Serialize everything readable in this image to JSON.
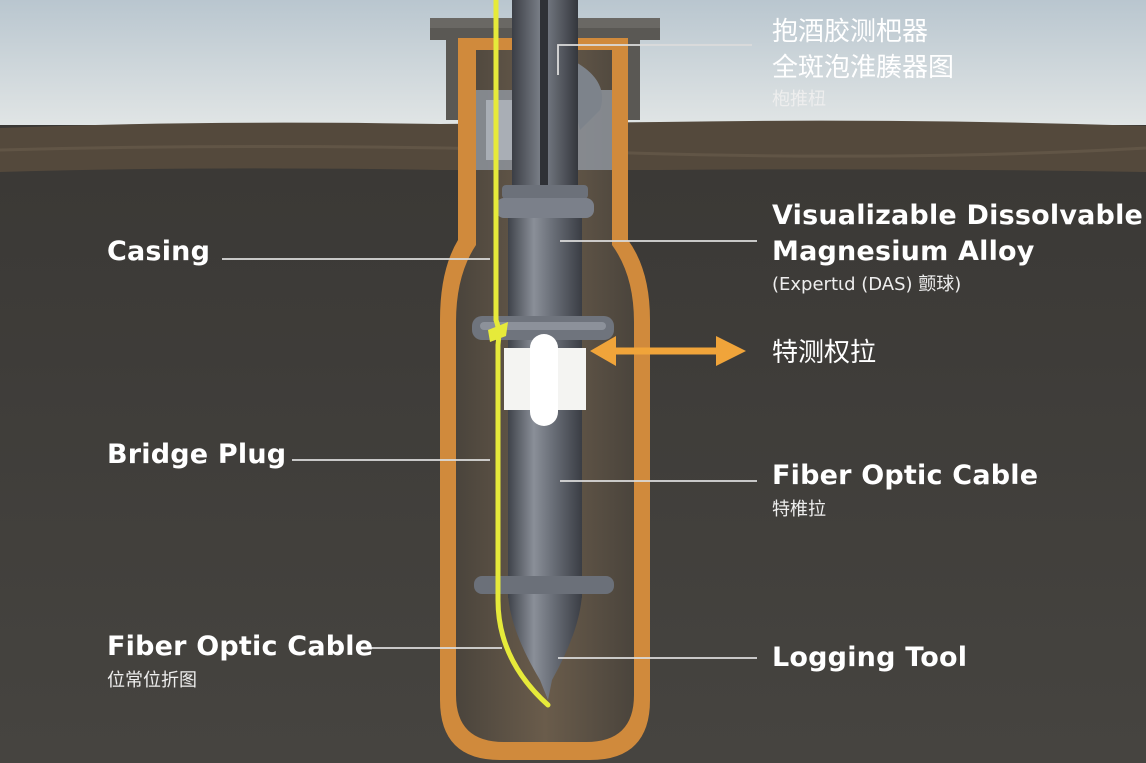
{
  "labels": {
    "top_right": {
      "line1": "抱酒胶测杷器",
      "line2": "全斑泡淮腠器图",
      "line3": "枹推杻"
    },
    "casing": "Casing",
    "magnesium": {
      "line1": "Visualizable Dissolvable",
      "line2": "Magnesium Alloy",
      "line3": "(Expertɩd (DAS) 颤球)"
    },
    "arrow_label": "特测权拉",
    "bridge_plug": "Bridge Plug",
    "fiber_right": {
      "line1": "Fiber Optic Cable",
      "line2": "特椎拉"
    },
    "fiber_left": {
      "line1": "Fiber Optic Cable",
      "line2": "位常位折图"
    },
    "logging_tool": "Logging Tool"
  },
  "colors": {
    "sky": "#c8d3db",
    "ground": "#3e3c38",
    "soil": "#4f4539",
    "casing": "#d08a3c",
    "fiber": "#e6ea3a",
    "tool": "#5b5f68",
    "arrow": "#f0a43a",
    "seal": "#ffffff"
  }
}
